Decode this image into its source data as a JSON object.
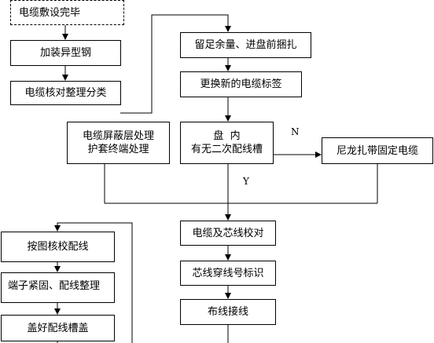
{
  "boxes": {
    "cable_laid": "电缆敷设完毕",
    "install_steel": "加装异型钢",
    "check_sort": "电缆核对整理分类",
    "shield_line1": "电缆屏蔽层处理",
    "shield_line2": "护套终端处理",
    "reserve_bind": "留足余量、进盘前捆扎",
    "replace_tag": "更换新的电缆标签",
    "cabinet_line1": "盘  内",
    "cabinet_line2": "有无二次配线槽",
    "nylon_tie": "尼龙扎带固定电缆",
    "core_check": "电缆及芯线校对",
    "wire_number": "芯线穿线号标识",
    "route_wire": "布线接线",
    "drawing_check": "按图核校配线",
    "terminal_fix": "端子紧固、配线整理",
    "cover_slot": "盖好配线槽盖"
  },
  "labels": {
    "no": "N",
    "yes": "Y"
  }
}
